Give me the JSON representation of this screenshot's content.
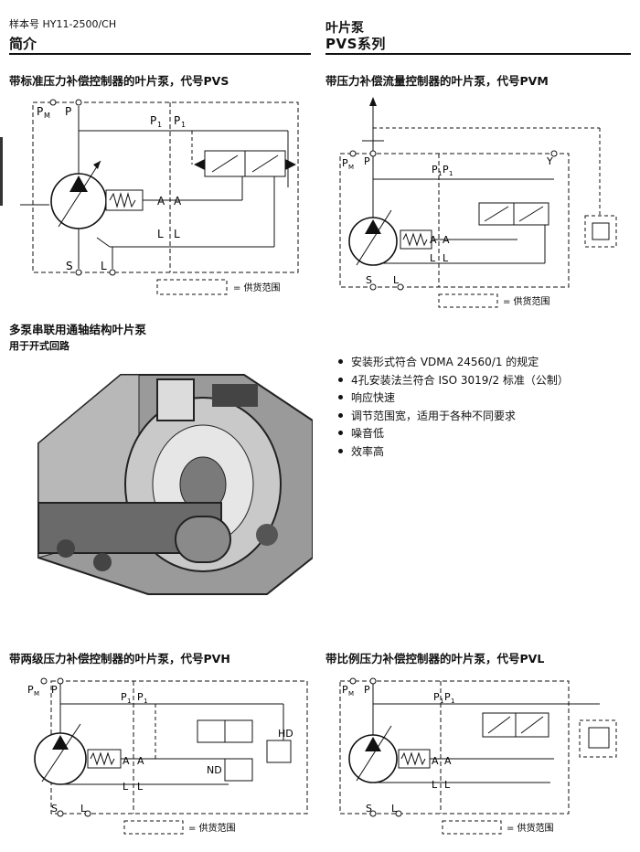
{
  "header": {
    "catalog": "样本号 HY11-2500/CH",
    "left_title": "简介",
    "right_title": "叶片泵",
    "right_subtitle": "PVS系列"
  },
  "sections": {
    "pvs": "带标准压力补偿控制器的叶片泵，代号PVS",
    "pvm": "带压力补偿流量控制器的叶片泵，代号PVM",
    "multi": "多泵串联用通轴结构叶片泵",
    "open_circuit": "用于开式回路",
    "pvh": "带两级压力补偿控制器的叶片泵，代号PVH",
    "pvl": "带比例压力补偿控制器的叶片泵，代号PVL"
  },
  "diagram_labels": {
    "pm": "P",
    "pm_sub": "M",
    "p": "P",
    "p1": "P",
    "p1_sub": "1",
    "a": "A",
    "l": "L",
    "s": "S",
    "y": "Y",
    "hd": "HD",
    "nd": "ND",
    "supply_scope": "= 供货范围"
  },
  "features": [
    "安装形式符合 VDMA 24560/1 的规定",
    "4孔安装法兰符合 ISO 3019/2 标准（公制）",
    "响应快速",
    "调节范围宽，适用于各种不同要求",
    "噪音低",
    "效率高"
  ]
}
